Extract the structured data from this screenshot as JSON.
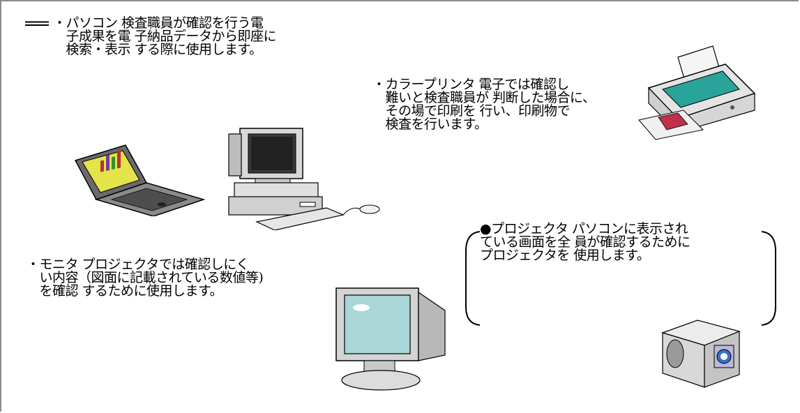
{
  "texts": {
    "pc": "・パソコン 検査職員が確認を行う電\n　子成果を電 子納品データから即座に\n　検索・表示 する際に使用します。",
    "printer": "・カラープリンタ 電子では確認し\n　難いと検査職員が 判断した場合に、\n　その場で印刷を 行い、印刷物で\n　検査を行います。",
    "projector": "●プロジェクタ パソコンに表示され\nている画面を全 員が確認するために\nプロジェクタを 使用します。",
    "monitor": "・モニタ プロジェクタでは確認しにく\n　い内容（図面に記載されている数値等)\n　を確認 するために使用します。"
  },
  "colors": {
    "frame": "#8a8a8a",
    "printer_accent": "#2aa39a",
    "screen_teal": "#a9d6d6",
    "device_gray": "#d4d4d4"
  }
}
